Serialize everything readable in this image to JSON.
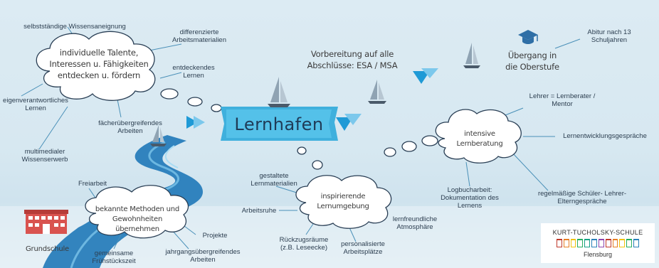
{
  "banner": {
    "title": "Lernhafen"
  },
  "clouds": {
    "talents": "individuelle Talente,\nInteressen u. Fähigkeiten\nentdecken u. fördern",
    "methods": "bekannte Methoden und\nGewohnheiten übernehmen",
    "environment": "inspirierende\nLernumgebung",
    "counseling": "intensive\nLernberatung"
  },
  "labels": {
    "self_learning": "selbstständige Wissensaneignung",
    "diff_materials": "differenzierte\nArbeitsmaterialien",
    "discovering": "entdeckendes\nLernen",
    "self_responsible": "eigenverantwortliches\nLernen",
    "interdisciplinary": "fächerübergreifendes\nArbeiten",
    "multimedia": "multimedialer\nWissenserwerb",
    "free_work": "Freiarbeit",
    "projects": "Projekte",
    "grade_spanning": "jahrgangsübergreifendes\nArbeiten",
    "breakfast": "gemeinsame\nFrühstückszeit",
    "primary_school": "Grundschule",
    "designed_materials": "gestaltete\nLernmaterialien",
    "quiet": "Arbeitsruhe",
    "retreat": "Rückzugsräume\n(z.B. Leseecke)",
    "personalized": "personalisierte\nArbeitsplätze",
    "friendly": "lernfreundliche\nAtmosphäre",
    "logbook": "Logbucharbeit:\nDokumentation des\nLernens",
    "regular_talks": "regelmäßige Schüler- Lehrer-\nElterngespräche",
    "dev_talks": "Lernentwicklungsgespräche",
    "teacher_mentor": "Lehrer = Lernberater /\nMentor",
    "preparation": "Vorbereitung auf alle\nAbschlüsse: ESA / MSA",
    "transition": "Übergang in\ndie Oberstufe",
    "abitur": "Abitur nach 13\nSchuljahren"
  },
  "logo": {
    "name": "KURT-TUCHOLSKY-SCHULE",
    "city": "Flensburg"
  },
  "colors": {
    "accent": "#2a9fd6",
    "banner": "#3fb0dd",
    "river": "#1f78b8",
    "school": "#d9534f",
    "flags": [
      "#c0392b",
      "#e67e22",
      "#f1c40f",
      "#27ae60",
      "#16a085",
      "#2980b9",
      "#8e44ad",
      "#c0392b",
      "#e67e22",
      "#f1c40f",
      "#27ae60",
      "#2980b9"
    ]
  },
  "icons": [
    "sailboat-icon",
    "graduation-cap-icon",
    "school-building-icon",
    "arrow-icon"
  ]
}
